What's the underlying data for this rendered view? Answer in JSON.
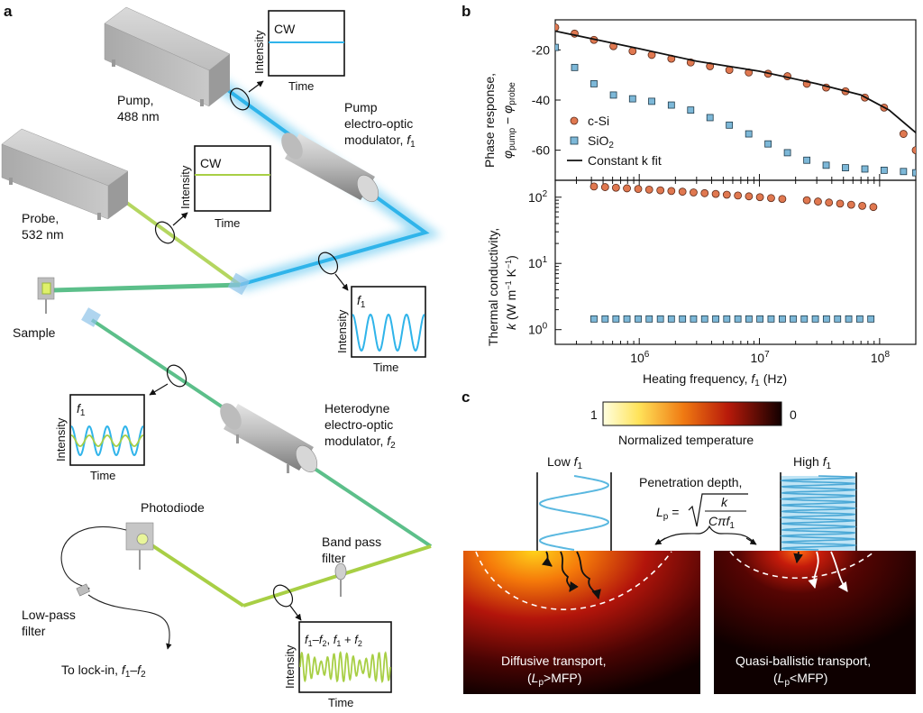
{
  "panels": {
    "a": "a",
    "b": "b",
    "c": "c"
  },
  "setup": {
    "pump": {
      "name": "Pump,",
      "wavelength": "488 nm"
    },
    "probe": {
      "name": "Probe,",
      "wavelength": "532 nm"
    },
    "pump_eom": {
      "line1": "Pump",
      "line2": "electro-optic",
      "line3": "modulator, ",
      "freq": "f",
      "freq_sub": "1"
    },
    "sample": "Sample",
    "het_eom": {
      "line1": "Heterodyne",
      "line2": "electro-optic",
      "line3": "modulator, ",
      "freq": "f",
      "freq_sub": "2"
    },
    "photodiode": "Photodiode",
    "bandpass": {
      "line1": "Band pass",
      "line2": "filter"
    },
    "lowpass": {
      "line1": "Low-pass",
      "line2": "filter"
    },
    "lockin": {
      "text": "To lock-in, ",
      "f1": "f",
      "s1": "1",
      "minus": "–",
      "f2": "f",
      "s2": "2"
    },
    "insets": {
      "cw_label": "CW",
      "intensity": "Intensity",
      "time": "Time",
      "f1": "f",
      "f1_sub": "1",
      "mix": {
        "a": "f",
        "a_sub": "1",
        "minus": "–",
        "b": "f",
        "b_sub": "2",
        "comma": ", ",
        "c": "f",
        "c_sub": "1",
        "plus": " + ",
        "d": "f",
        "d_sub": "2"
      }
    },
    "colors": {
      "pump": "#2fb4ea",
      "probe": "#a8cf45",
      "mixed": "#5cbf8a",
      "box": "#c8c8c8"
    }
  },
  "chart_data": [
    {
      "type": "scatter",
      "ylabel": "Phase response, φpump − φprobe",
      "x_scale": "log",
      "xlim": [
        200000,
        200000000
      ],
      "ylim": [
        -72,
        -8
      ],
      "y_ticks": [
        -20,
        -40,
        -60
      ],
      "series": [
        {
          "name": "c-Si",
          "marker": "circle",
          "color": "#e07850",
          "x": [
            200000,
            290000,
            420000,
            610000,
            880000,
            1270000,
            1850000,
            2680000,
            3880000,
            5620000,
            8150000,
            11800000,
            17100000,
            24800000,
            35900000,
            52000000,
            75400000,
            109000000,
            158000000,
            200000000
          ],
          "y": [
            -11.0,
            -13.5,
            -16.0,
            -18.5,
            -20.5,
            -22.0,
            -23.5,
            -25.0,
            -26.5,
            -28.0,
            -29.0,
            -29.5,
            -30.5,
            -33.5,
            -35.0,
            -36.5,
            -39.0,
            -43.0,
            -53.5,
            -60.0
          ]
        },
        {
          "name": "SiO2",
          "marker": "square",
          "color": "#7db8d8",
          "x": [
            200000,
            290000,
            420000,
            610000,
            880000,
            1270000,
            1850000,
            2680000,
            3880000,
            5620000,
            8150000,
            11800000,
            17100000,
            24800000,
            35900000,
            52000000,
            75400000,
            109000000,
            158000000,
            200000000
          ],
          "y": [
            -19.0,
            -27.0,
            -33.5,
            -38.0,
            -39.5,
            -40.5,
            -42.0,
            -44.0,
            -47.0,
            -50.0,
            -53.5,
            -57.5,
            -61.0,
            -64.0,
            -66.0,
            -67.0,
            -67.5,
            -68.0,
            -68.5,
            -69.0
          ]
        },
        {
          "name": "Constant k fit",
          "marker": "line",
          "color": "#111111",
          "x": [
            200000,
            400000,
            1000000,
            3000000,
            10000000,
            30000000,
            70000000,
            120000000,
            200000000
          ],
          "y": [
            -12.5,
            -15.5,
            -19.5,
            -24.5,
            -28.5,
            -33.5,
            -38.0,
            -44.0,
            -53.0
          ]
        }
      ]
    },
    {
      "type": "scatter",
      "xlabel_text": "Heating frequency, ",
      "xlabel_var": "f",
      "xlabel_sub": "1",
      "xlabel_unit": " (Hz)",
      "ylabel": "Thermal conductivity, k (W m−1 K−1)",
      "x_scale": "log",
      "y_scale": "log",
      "xlim": [
        200000,
        200000000
      ],
      "ylim": [
        0.6,
        180
      ],
      "x_ticks": [
        1000000,
        10000000,
        100000000
      ],
      "x_tick_labels": [
        {
          "b": "10",
          "e": "6"
        },
        {
          "b": "10",
          "e": "7"
        },
        {
          "b": "10",
          "e": "8"
        }
      ],
      "y_ticks": [
        1,
        10,
        100
      ],
      "y_tick_labels": [
        {
          "b": "10",
          "e": "0"
        },
        {
          "b": "10",
          "e": "1"
        },
        {
          "b": "10",
          "e": "2"
        }
      ],
      "series": [
        {
          "name": "c-Si",
          "marker": "circle",
          "color": "#e07850",
          "x": [
            420000,
            520000,
            640000,
            790000,
            980000,
            1210000,
            1500000,
            1850000,
            2290000,
            2830000,
            3500000,
            4330000,
            5350000,
            6620000,
            8180000,
            10100000,
            12500000,
            15500000,
            24800000,
            30700000,
            37900000,
            46900000,
            58000000,
            71700000,
            88700000
          ],
          "y": [
            145,
            142,
            139,
            136,
            133,
            130,
            127,
            124,
            121,
            118,
            115,
            112,
            109,
            106,
            103,
            100,
            97,
            94,
            90,
            86,
            83,
            80,
            77,
            74,
            71
          ]
        },
        {
          "name": "SiO2",
          "marker": "square",
          "color": "#7db8d8",
          "x": [
            420000,
            520000,
            640000,
            790000,
            980000,
            1210000,
            1500000,
            1850000,
            2290000,
            2830000,
            3500000,
            4330000,
            5350000,
            6620000,
            8180000,
            10100000,
            12500000,
            15500000,
            19100000,
            23600000,
            29200000,
            36100000,
            44700000,
            55300000,
            68400000,
            84600000
          ],
          "y": [
            1.45,
            1.45,
            1.45,
            1.45,
            1.45,
            1.45,
            1.45,
            1.45,
            1.45,
            1.45,
            1.45,
            1.45,
            1.45,
            1.45,
            1.45,
            1.45,
            1.45,
            1.45,
            1.45,
            1.45,
            1.45,
            1.45,
            1.45,
            1.45,
            1.45,
            1.45
          ]
        }
      ]
    }
  ],
  "legend": {
    "csi": "c-Si",
    "sio2_main": "SiO",
    "sio2_sub": "2",
    "fit": "Constant k fit"
  },
  "axis_text": {
    "phase_main": "Phase response,",
    "phi": "φ",
    "pump_sub": "pump",
    "minus": " − ",
    "probe_sub": "probe",
    "tc_main": "Thermal conductivity,",
    "k": "k",
    "unit_a": " (W m",
    "unit_e1": "−1",
    "unit_b": " K",
    "unit_e2": "−1",
    "unit_c": ")"
  },
  "panel_c": {
    "colorbar": {
      "max_label": "1",
      "min_label": "0",
      "title": "Normalized temperature"
    },
    "low": {
      "text": "Low ",
      "f": "f",
      "sub": "1"
    },
    "high": {
      "text": "High ",
      "f": "f",
      "sub": "1"
    },
    "penetration": {
      "title": "Penetration depth,",
      "L": "L",
      "Lsub": "p",
      "eq": " = ",
      "num": "k",
      "den_C": "C",
      "den_pi": "π",
      "den_f": "f",
      "den_sub": "1"
    },
    "diffusive": {
      "line1": "Diffusive transport,",
      "open": "(",
      "L": "L",
      "Lsub": "p",
      "rel": ">MFP)"
    },
    "ballistic": {
      "line1": "Quasi-ballistic transport,",
      "open": "(",
      "L": "L",
      "Lsub": "p",
      "rel": "<MFP)"
    }
  }
}
